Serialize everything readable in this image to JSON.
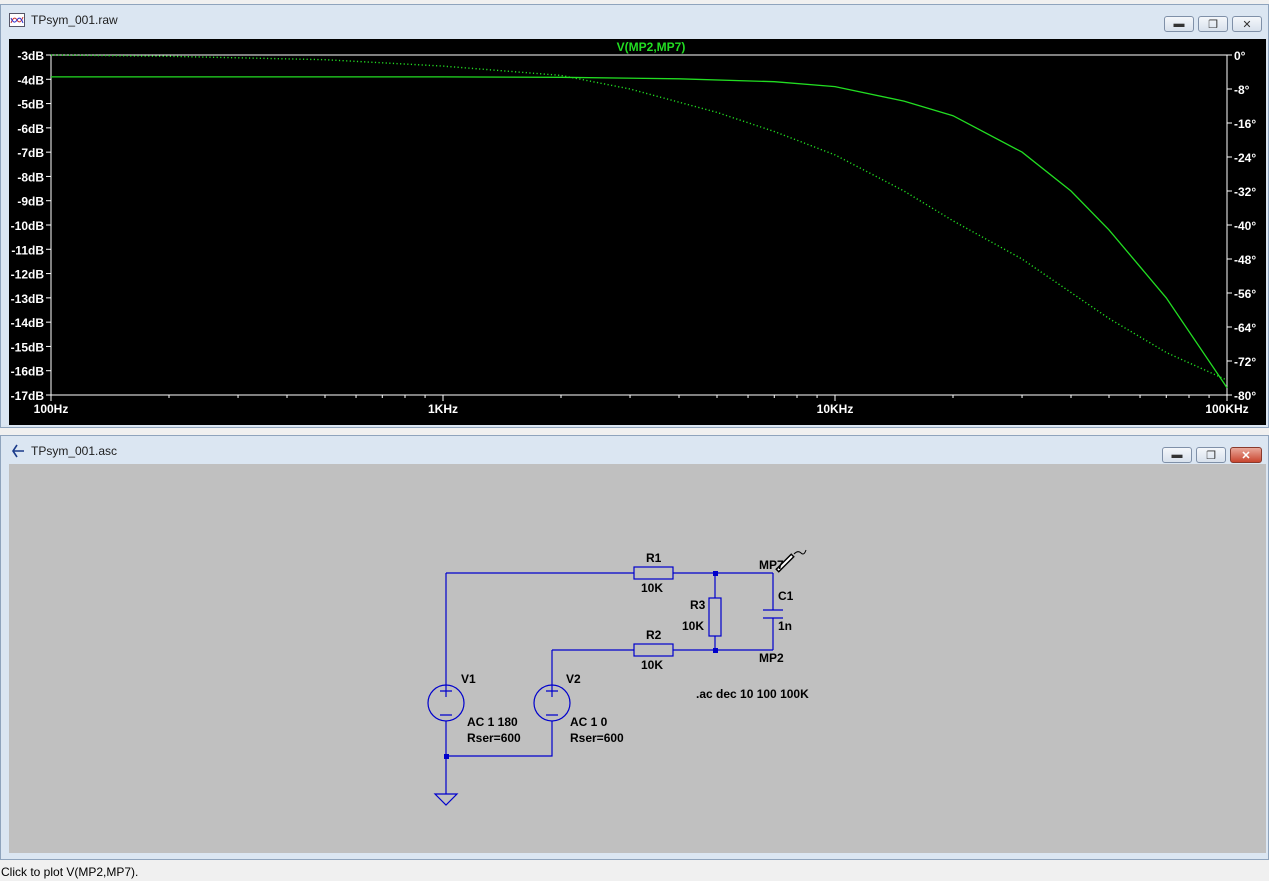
{
  "plot_window": {
    "title": "TPsym_001.raw",
    "trace_label": "V(MP2,MP7)",
    "colors": {
      "background": "#000000",
      "trace": "#22dd22",
      "axis": "#ffffff"
    }
  },
  "chart_data": {
    "type": "line",
    "title": "V(MP2,MP7)",
    "x_scale": "log",
    "x_ticks": [
      "100Hz",
      "1KHz",
      "10KHz",
      "100KHz"
    ],
    "xlim": [
      100,
      100000
    ],
    "y_left_ticks": [
      "-3dB",
      "-4dB",
      "-5dB",
      "-6dB",
      "-7dB",
      "-8dB",
      "-9dB",
      "-10dB",
      "-11dB",
      "-12dB",
      "-13dB",
      "-14dB",
      "-15dB",
      "-16dB",
      "-17dB"
    ],
    "y_left_range": [
      -17,
      -3
    ],
    "y_right_ticks": [
      "0°",
      "-8°",
      "-16°",
      "-24°",
      "-32°",
      "-40°",
      "-48°",
      "-56°",
      "-64°",
      "-72°",
      "-80°"
    ],
    "y_right_range": [
      -80,
      0
    ],
    "series": [
      {
        "style": "solid",
        "axis": "left",
        "x": [
          100,
          200,
          500,
          1000,
          2000,
          4000,
          7000,
          10000,
          15000,
          20000,
          30000,
          40000,
          50000,
          70000,
          100000
        ],
        "values": [
          -3.9,
          -3.9,
          -3.9,
          -3.9,
          -3.92,
          -3.98,
          -4.1,
          -4.3,
          -4.9,
          -5.5,
          -7.0,
          -8.6,
          -10.2,
          -13.0,
          -16.7
        ]
      },
      {
        "style": "dotted",
        "axis": "right",
        "x": [
          100,
          200,
          500,
          1000,
          2000,
          3000,
          5000,
          7000,
          10000,
          15000,
          20000,
          30000,
          50000,
          70000,
          100000
        ],
        "values": [
          0,
          -0.3,
          -1.1,
          -2.6,
          -4.8,
          -8.0,
          -13.5,
          -18.0,
          -23.5,
          -32.0,
          -39.0,
          -48.0,
          -62.0,
          -70.0,
          -76.5
        ]
      }
    ]
  },
  "schematic_window": {
    "title": "TPsym_001.asc",
    "components": {
      "r1": {
        "name": "R1",
        "value": "10K"
      },
      "r2": {
        "name": "R2",
        "value": "10K"
      },
      "r3": {
        "name": "R3",
        "value": "10K"
      },
      "c1": {
        "name": "C1",
        "value": "1n"
      },
      "v1": {
        "name": "V1",
        "value": "AC 1 180",
        "rser": "Rser=600"
      },
      "v2": {
        "name": "V2",
        "value": "AC 1 0",
        "rser": "Rser=600"
      }
    },
    "nets": {
      "top": "MP7",
      "bottom": "MP2"
    },
    "directive": ".ac dec 10 100 100K",
    "colors": {
      "background": "#c0c0c0",
      "wire": "#0000cc",
      "text": "#000000"
    }
  },
  "status_bar": {
    "text": "Click to plot V(MP2,MP7)."
  }
}
